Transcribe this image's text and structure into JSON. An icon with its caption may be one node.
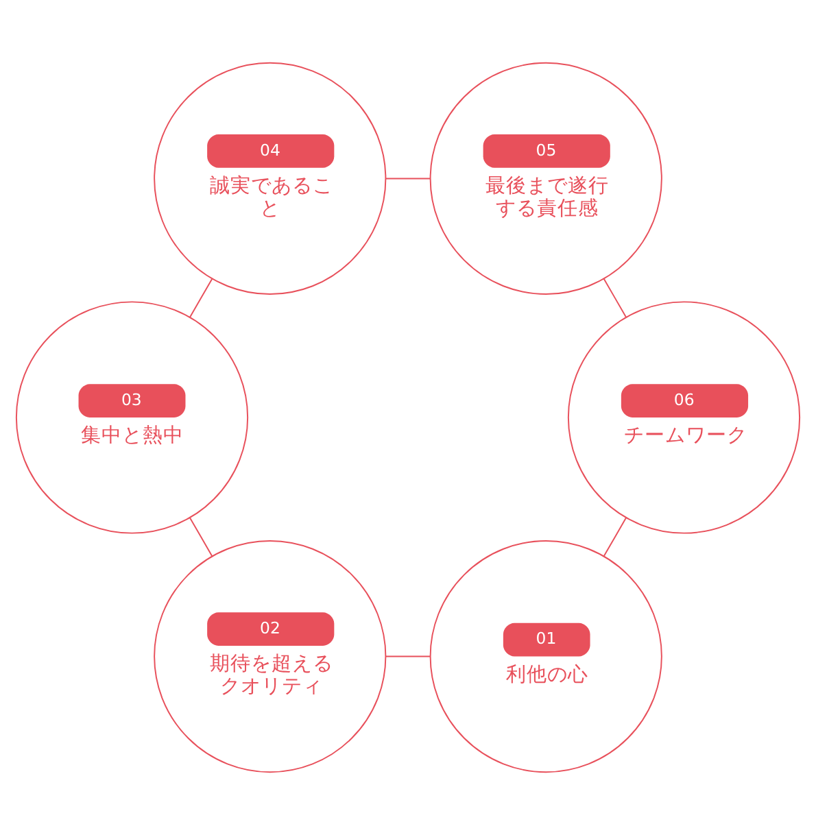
{
  "diagram": {
    "nodes": [
      {
        "text": [
          "01",
          "利他の心"
        ]
      },
      {
        "text": [
          "02",
          "期待を超えるクオリティ"
        ]
      },
      {
        "text": [
          "03",
          "集中と熱中"
        ]
      },
      {
        "text": [
          "04",
          "誠実であること"
        ]
      },
      {
        "text": [
          "05",
          "最後まで遂行する責任感"
        ]
      },
      {
        "text": [
          "06",
          "チームワーク"
        ]
      }
    ],
    "edges": [
      {
        "from": 0,
        "to": 1,
        "arrow": "none"
      },
      {
        "from": 1,
        "to": 2,
        "arrow": "none"
      },
      {
        "from": 2,
        "to": 3,
        "arrow": "none"
      },
      {
        "from": 3,
        "to": 4,
        "arrow": "none"
      },
      {
        "from": 4,
        "to": 5,
        "arrow": "none"
      },
      {
        "from": 5,
        "to": 0,
        "arrow": "none"
      }
    ]
  }
}
